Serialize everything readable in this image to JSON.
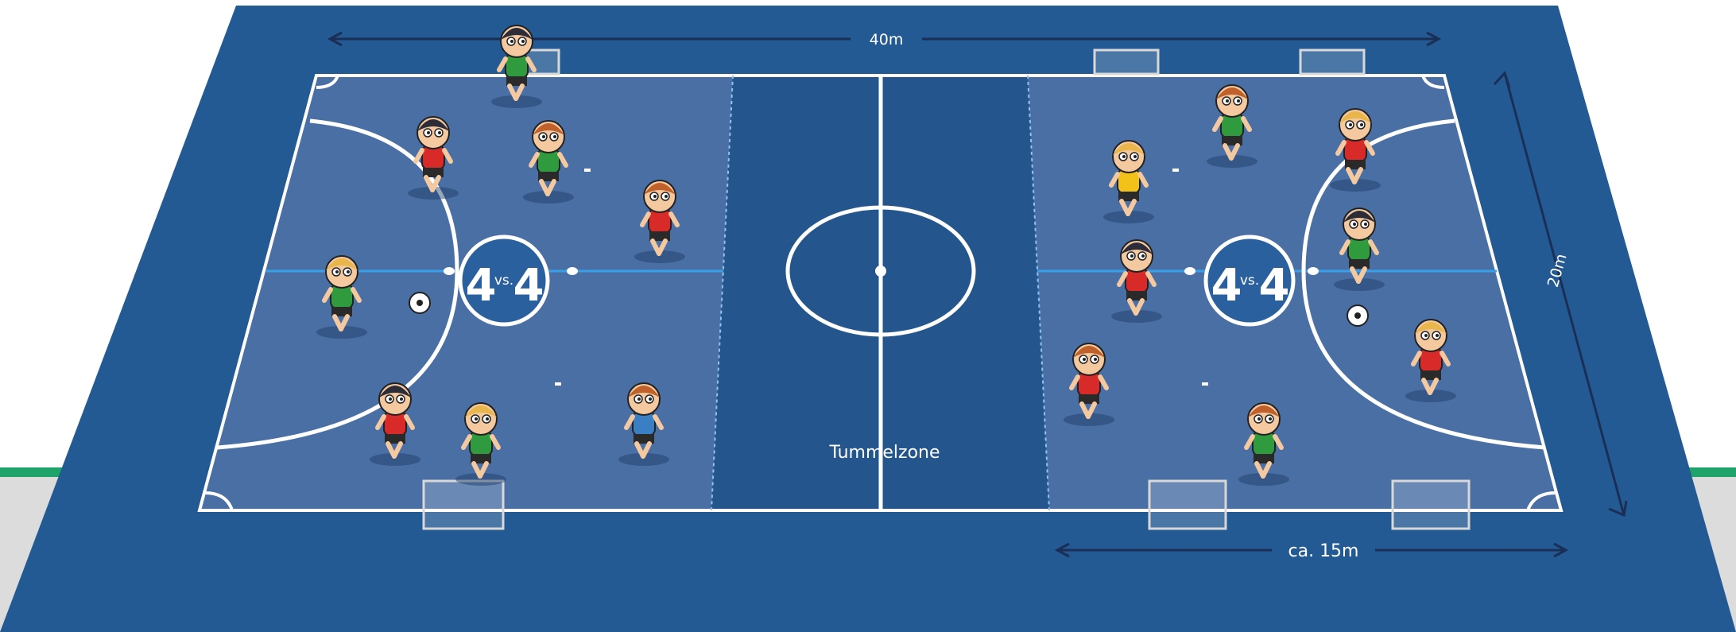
{
  "labels": {
    "length": "40m",
    "width": "20m",
    "zone_length": "ca. 15m",
    "middle_zone": "Tummelzone"
  },
  "badges": [
    {
      "left": "4",
      "vs": "vs.",
      "right": "4"
    },
    {
      "left": "4",
      "vs": "vs.",
      "right": "4"
    }
  ],
  "colors": {
    "court_outer": "#245a93",
    "zone_fill": "#4a6fa5",
    "middle_fill": "#24568d",
    "center_line_light": "#3aa0e6",
    "dimension_lines": "#1a2f55",
    "floor_green": "#1fa36b",
    "floor_grey": "#dcdcdc",
    "badge": "#2a609e"
  },
  "players": [
    {
      "shirt": "#2f9a3e"
    },
    {
      "shirt": "#d92a2a"
    },
    {
      "shirt": "#2f9a3e"
    },
    {
      "shirt": "#d92a2a"
    },
    {
      "shirt": "#d92a2a"
    },
    {
      "shirt": "#2f9a3e"
    },
    {
      "shirt": "#3a7fc4"
    },
    {
      "shirt": "#2f9a3e"
    },
    {
      "shirt": "#f2c21b"
    },
    {
      "shirt": "#2f9a3e"
    },
    {
      "shirt": "#d92a2a"
    },
    {
      "shirt": "#d92a2a"
    },
    {
      "shirt": "#d92a2a"
    },
    {
      "shirt": "#2f9a3e"
    },
    {
      "shirt": "#d92a2a"
    },
    {
      "shirt": "#2f9a3e"
    },
    {
      "shirt": "#2f9a3e"
    }
  ]
}
